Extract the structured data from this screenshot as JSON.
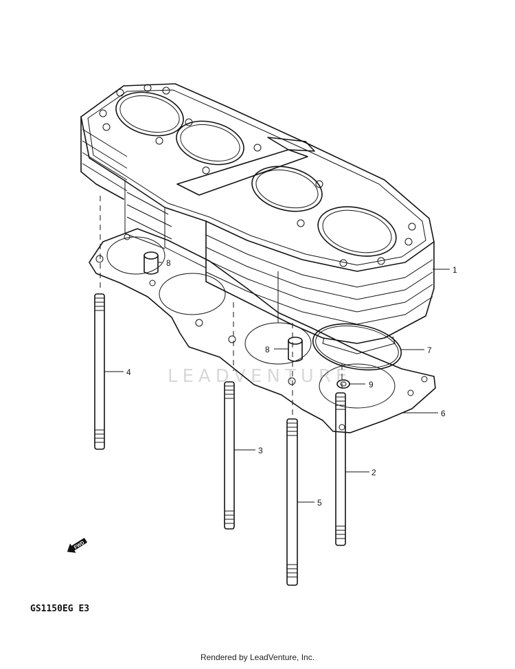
{
  "watermark": "LEADVENTURE",
  "model_code": "GS1150EG  E3",
  "fwd_label": "FWD",
  "footer": "Rendered by LeadVenture, Inc.",
  "callouts": [
    "1",
    "2",
    "3",
    "4",
    "5",
    "6",
    "7",
    "8",
    "8",
    "9"
  ],
  "parts": [
    {
      "id": "cylinder-block",
      "icon": "cylinder-block-icon"
    },
    {
      "id": "stud",
      "icon": "stud-bolt-icon"
    },
    {
      "id": "cylinder-base-gasket",
      "icon": "gasket-icon"
    },
    {
      "id": "o-ring",
      "icon": "o-ring-icon"
    },
    {
      "id": "dowel-pin",
      "icon": "dowel-pin-icon"
    },
    {
      "id": "washer",
      "icon": "washer-icon"
    }
  ]
}
